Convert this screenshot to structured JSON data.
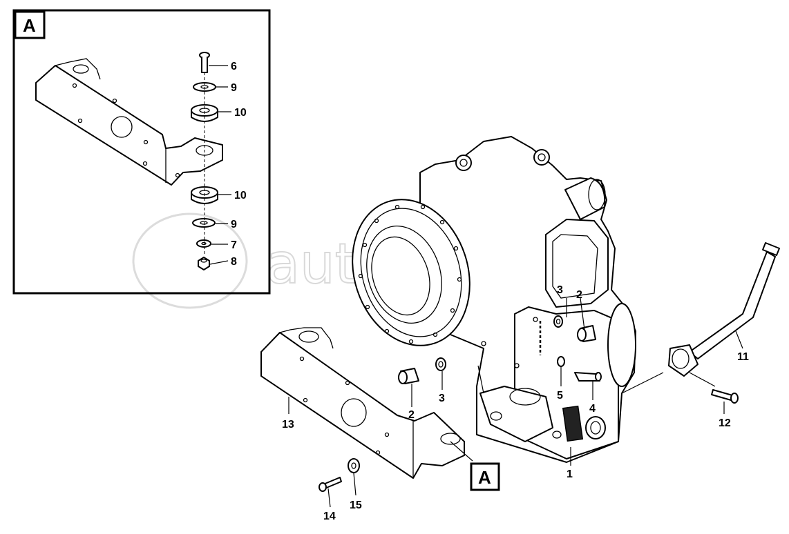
{
  "watermark": "autopiter.ru",
  "detail_view": {
    "tag": "A"
  },
  "callout_tag": "A",
  "labels": {
    "d6": "6",
    "d9a": "9",
    "d10a": "10",
    "d10b": "10",
    "d9b": "9",
    "d7": "7",
    "d8": "8",
    "p1": "1",
    "p2a": "2",
    "p2b": "2",
    "p3a": "3",
    "p3b": "3",
    "p4": "4",
    "p5": "5",
    "p11": "11",
    "p12": "12",
    "p13": "13",
    "p14": "14",
    "p15": "15"
  }
}
